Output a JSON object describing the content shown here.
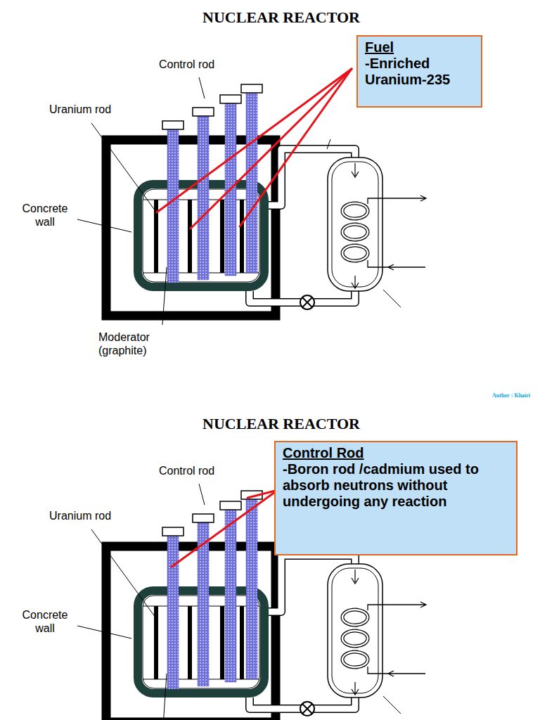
{
  "diagram": {
    "title": "NUCLEAR REACTOR",
    "nodes": [
      {
        "text": [
          "Fuel",
          "-Enriched Uranium-235"
        ]
      },
      {
        "text": [
          "Control Rod",
          "-Boron rod /cadmium used to absorb neutrons without undergoing any reaction"
        ]
      }
    ],
    "labels": [
      "Control rod",
      "Uranium rod",
      "Concrete wall",
      "Moderator (graphite)",
      "Author : Khairi",
      "NUCLEAR REACTOR",
      "Control rod",
      "Uranium rod",
      "Concrete wall"
    ]
  }
}
